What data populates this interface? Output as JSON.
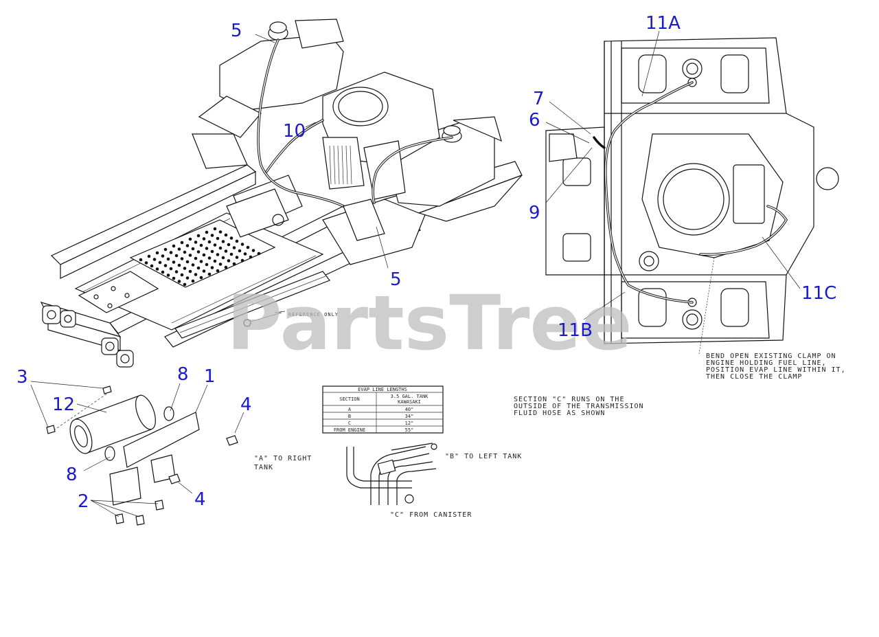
{
  "watermark": "PartsTree",
  "callouts": {
    "c1": "1",
    "c2": "2",
    "c3": "3",
    "c4a": "4",
    "c4b": "4",
    "c5a": "5",
    "c5b": "5",
    "c6": "6",
    "c7": "7",
    "c8a": "8",
    "c8b": "8",
    "c9": "9",
    "c10": "10",
    "c11a": "11A",
    "c11b": "11B",
    "c11c": "11C",
    "c12": "12"
  },
  "notes": {
    "reference_only": "REFERENCE ONLY",
    "clamp": [
      "BEND OPEN EXISTING CLAMP ON",
      "ENGINE HOLDING FUEL LINE,",
      "POSITION EVAP LINE WITHIN IT,",
      "THEN CLOSE THE CLAMP"
    ],
    "section_c": [
      "SECTION \"C\" RUNS ON THE",
      "OUTSIDE OF THE TRANSMISSION",
      "FLUID HOSE AS SHOWN"
    ],
    "a_right": [
      "\"A\" TO RIGHT",
      "TANK"
    ],
    "b_left": "\"B\" TO LEFT TANK",
    "c_canister": "\"C\" FROM CANISTER"
  },
  "table": {
    "title": "EVAP LINE LENGTHS",
    "headers": [
      "SECTION",
      "3.5 GAL. TANK",
      "KAWASAKI"
    ],
    "rows": [
      [
        "A",
        "40\""
      ],
      [
        "B",
        "34\""
      ],
      [
        "C",
        "12\""
      ],
      [
        "FROM ENGINE",
        "55\""
      ]
    ]
  }
}
